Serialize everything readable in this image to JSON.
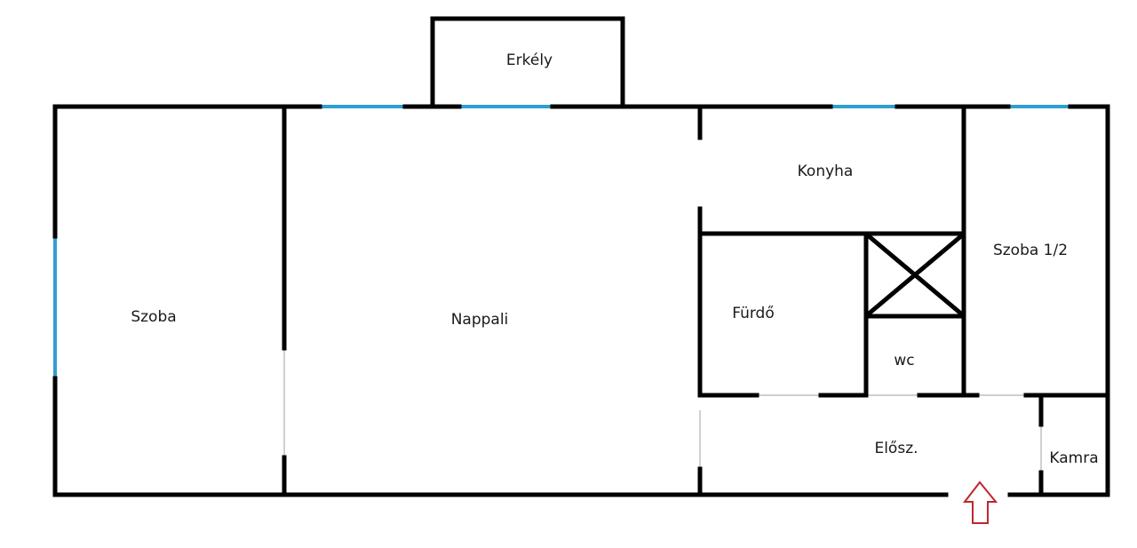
{
  "rooms": {
    "erkely": "Erkély",
    "szoba": "Szoba",
    "nappali": "Nappali",
    "konyha": "Konyha",
    "szoba_half": "Szoba 1/2",
    "furdo": "Fürdő",
    "wc": "wc",
    "elosz": "Elősz.",
    "kamra": "Kamra"
  },
  "colors": {
    "wall": "#000000",
    "window": "#2f9fd0",
    "door": "#b0b0b0",
    "entrance_arrow": "#c0262d"
  },
  "icons": {
    "entrance": "entrance-arrow-icon",
    "shaft": "shaft-cross-icon"
  }
}
